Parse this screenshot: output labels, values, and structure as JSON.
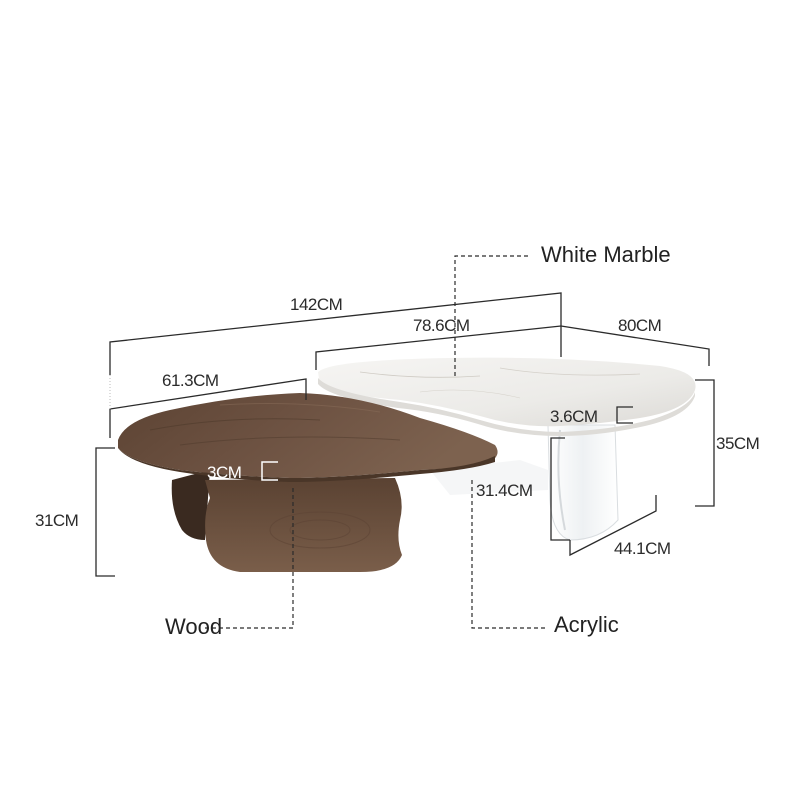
{
  "materials": {
    "top_right": "White Marble",
    "left": "Wood",
    "bottom_right": "Acrylic"
  },
  "dimensions": {
    "total_length": "142CM",
    "marble_length": "78.6CM",
    "marble_depth": "80CM",
    "wood_length": "61.3CM",
    "wood_height": "31CM",
    "wood_thickness": "3CM",
    "marble_thickness": "3.6CM",
    "marble_height": "35CM",
    "acrylic_height": "31.4CM",
    "acrylic_width": "44.1CM"
  },
  "colors": {
    "wood_dark": "#4a3628",
    "wood_mid": "#6b5040",
    "wood_light": "#8a6c56",
    "marble": "#efedea",
    "acrylic": "#f4f6f7",
    "line": "#2b2b2b"
  }
}
